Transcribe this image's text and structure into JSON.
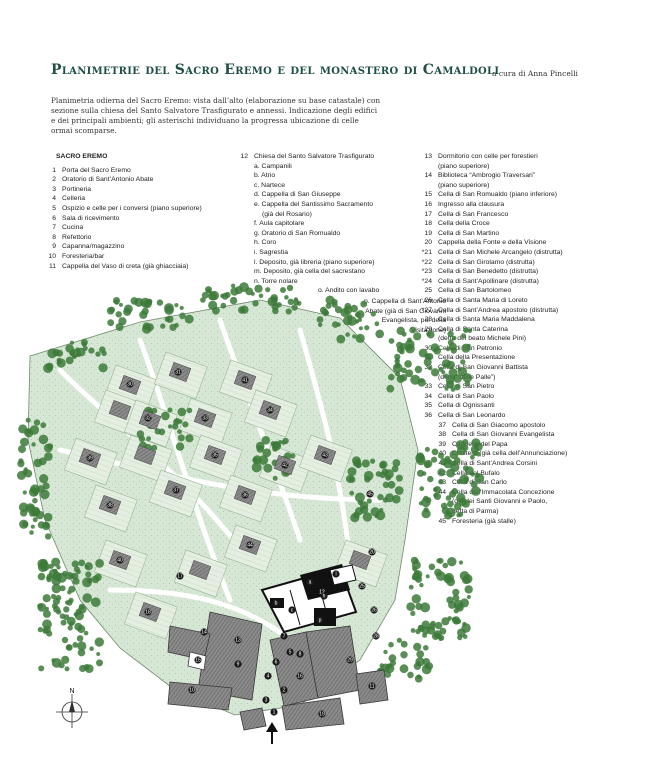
{
  "title": "Planimetrie del Sacro Eremo e del monastero di Camaldoli",
  "byline": "a cura di Anna Pincelli",
  "intro": "Planimetria odierna del Sacro Eremo: vista dall’alto (elaborazione su base catastale) con sezione sulla chiesa del Santo Salvatore Trasfigurato e annessi. Indicazione degli edifici e dei principali ambienti; gli asterischi individuano la progressa ubicazione di celle ormai scomparse.",
  "legend": {
    "section_title": "SACRO EREMO",
    "col1": [
      {
        "n": "1",
        "t": "Porta del Sacro Eremo"
      },
      {
        "n": "2",
        "t": "Oratorio di Sant’Antonio Abate"
      },
      {
        "n": "3",
        "t": "Portineria"
      },
      {
        "n": "4",
        "t": "Celleria"
      },
      {
        "n": "5",
        "t": "Ospizio e celle per i conversi (piano superiore)"
      },
      {
        "n": "6",
        "t": "Sala di ricevimento"
      },
      {
        "n": "7",
        "t": "Cucina"
      },
      {
        "n": "8",
        "t": "Refettorio"
      },
      {
        "n": "9",
        "t": "Capanna/magazzino"
      },
      {
        "n": "10",
        "t": "Foresteria/bar"
      },
      {
        "n": "11",
        "t": "Cappella del Vaso di creta (già ghiacciaia)"
      }
    ],
    "col2_head": {
      "n": "12",
      "t": "Chiesa del Santo Salvatore Trasfigurato"
    },
    "col2": [
      {
        "t": "a. Campanili"
      },
      {
        "t": "b. Atrio"
      },
      {
        "t": "c. Nartece"
      },
      {
        "t": "d. Cappella di San Giuseppe"
      },
      {
        "t": "e. Cappella del Santissimo Sacramento"
      },
      {
        "t": "(già del Rosario)"
      },
      {
        "t": "f. Aula capitolare"
      },
      {
        "t": "g. Oratorio di San Romualdo"
      },
      {
        "t": "h. Coro"
      },
      {
        "t": "i. Sagrestia"
      },
      {
        "t": "l. Deposito, già libreria (piano superiore)"
      },
      {
        "t": "m. Deposito, già cella del sacrestano"
      },
      {
        "t": "n. Torre nolare"
      },
      {
        "t": "o. Andito con lavabo"
      }
    ],
    "col2_p": [
      "p. Cappella di Sant’Antonio",
      "Abate (già di San Giovanni",
      "Evangelista, poi della",
      "Visitazione)"
    ],
    "col3": [
      {
        "n": "13",
        "t": "Dormitorio con celle per forestieri"
      },
      {
        "n": "",
        "t": "(piano superiore)"
      },
      {
        "n": "14",
        "t": "Biblioteca “Ambrogio Traversari”"
      },
      {
        "n": "",
        "t": "(piano superiore)"
      },
      {
        "n": "15",
        "t": "Cella di San Romualdo (piano inferiore)"
      },
      {
        "n": "16",
        "t": "Ingresso alla clausura"
      },
      {
        "n": "17",
        "t": "Cella di San Francesco"
      },
      {
        "n": "18",
        "t": "Cella della Croce"
      },
      {
        "n": "19",
        "t": "Cella di San Martino"
      },
      {
        "n": "20",
        "t": "Cappella della Fonte e della Visione"
      },
      {
        "n": "*21",
        "t": "Cella di San Michele Arcangelo (distrutta)"
      },
      {
        "n": "*22",
        "t": "Cella di San Girolamo (distrutta)"
      },
      {
        "n": "*23",
        "t": "Cella di San Benedetto (distrutta)"
      },
      {
        "n": "*24",
        "t": "Cella di Sant’Apollinare (distrutta)"
      },
      {
        "n": "25",
        "t": "Cella di San Bartolomeo"
      },
      {
        "n": "26",
        "t": "Cella di Santa Maria di Loreto"
      },
      {
        "n": "*27",
        "t": "Cella di Sant’Andrea apostolo (distrutta)"
      },
      {
        "n": "28",
        "t": "Cella di Santa Maria Maddalena"
      },
      {
        "n": "29",
        "t": "Cella di Santa Caterina"
      },
      {
        "n": "",
        "t": "(detta del beato Michele Pini)"
      },
      {
        "n": "30",
        "t": "Cella di San Petronio"
      },
      {
        "n": "31",
        "t": "Cella della Presentazione"
      },
      {
        "n": "32",
        "t": "Cella di San Giovanni Battista"
      },
      {
        "n": "",
        "t": "(detta “delle Palle”)"
      },
      {
        "n": "33",
        "t": "Cella di San Pietro"
      },
      {
        "n": "34",
        "t": "Cella di San Paolo"
      },
      {
        "n": "35",
        "t": "Cella di Ognissanti"
      },
      {
        "n": "36",
        "t": "Cella di San Leonardo"
      }
    ],
    "col3b": [
      {
        "n": "37",
        "t": "Cella di San Giacomo apostolo"
      },
      {
        "n": "38",
        "t": "Cella di San Giovanni Evangelista"
      },
      {
        "n": "39",
        "t": "Cappella del Papa"
      },
      {
        "n": "40",
        "t": "Cimitero (già cella dell’Annunciazione)"
      },
      {
        "n": "41",
        "t": "Cella di Sant’Andrea Corsini"
      },
      {
        "n": "42",
        "t": "Cella del Bufalo"
      },
      {
        "n": "43",
        "t": "Cella di San Carlo"
      },
      {
        "n": "44",
        "t": "Cella dell’Immacolata Concezione"
      },
      {
        "n": "",
        "t": "(già dei Santi Giovanni e Paolo,"
      },
      {
        "n": "",
        "t": "detta di Parma)"
      },
      {
        "n": "45",
        "t": "Foresteria (già stalle)"
      }
    ]
  },
  "map": {
    "north_label": "N",
    "colors": {
      "grass": "#d5e6d3",
      "tree": "#3d7a3a",
      "roof": "#7b7b7b",
      "wall": "#3a3a3a"
    },
    "labels": [
      "1",
      "2",
      "3",
      "4",
      "5",
      "6",
      "7",
      "8",
      "9",
      "10",
      "11",
      "12",
      "13",
      "14",
      "15",
      "16",
      "17",
      "18",
      "19",
      "20",
      "25",
      "26",
      "28",
      "29",
      "30",
      "31",
      "32",
      "33",
      "34",
      "35",
      "36",
      "37",
      "38",
      "39",
      "40",
      "41",
      "42",
      "43",
      "44",
      "45",
      "a",
      "b",
      "c",
      "h",
      "l",
      "p"
    ]
  }
}
